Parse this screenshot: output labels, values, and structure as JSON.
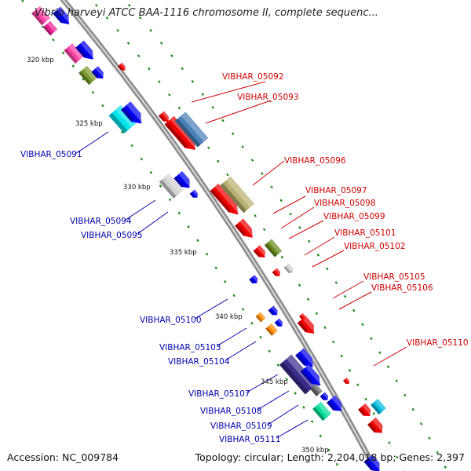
{
  "title": "Vibrio harveyi ATCC BAA-1116 chromosome II, complete sequenc...",
  "footer": {
    "accession": "Accession: NC_009784",
    "summary": "Topology: circular; Length: 2,204,018 bp; Genes: 2,397"
  },
  "colors": {
    "forward_label": "#cc0000",
    "reverse_label": "#0000aa",
    "backbone": "#8c8c8c",
    "tick_marks": "#1a8a1a"
  },
  "scale_labels": [
    "320 kbp",
    "325 kbp",
    "330 kbp",
    "335 kbp",
    "340 kbp",
    "345 kbp",
    "350 kbp"
  ],
  "forward_genes": [
    "VIBHAR_05092",
    "VIBHAR_05093",
    "VIBHAR_05096",
    "VIBHAR_05097",
    "VIBHAR_05098",
    "VIBHAR_05099",
    "VIBHAR_05101",
    "VIBHAR_05102",
    "VIBHAR_05105",
    "VIBHAR_05106",
    "VIBHAR_05110"
  ],
  "reverse_genes": [
    "VIBHAR_05091",
    "VIBHAR_05094",
    "VIBHAR_05095",
    "VIBHAR_05100",
    "VIBHAR_05103",
    "VIBHAR_05104",
    "VIBHAR_05107",
    "VIBHAR_05108",
    "VIBHAR_05109",
    "VIBHAR_05111"
  ]
}
